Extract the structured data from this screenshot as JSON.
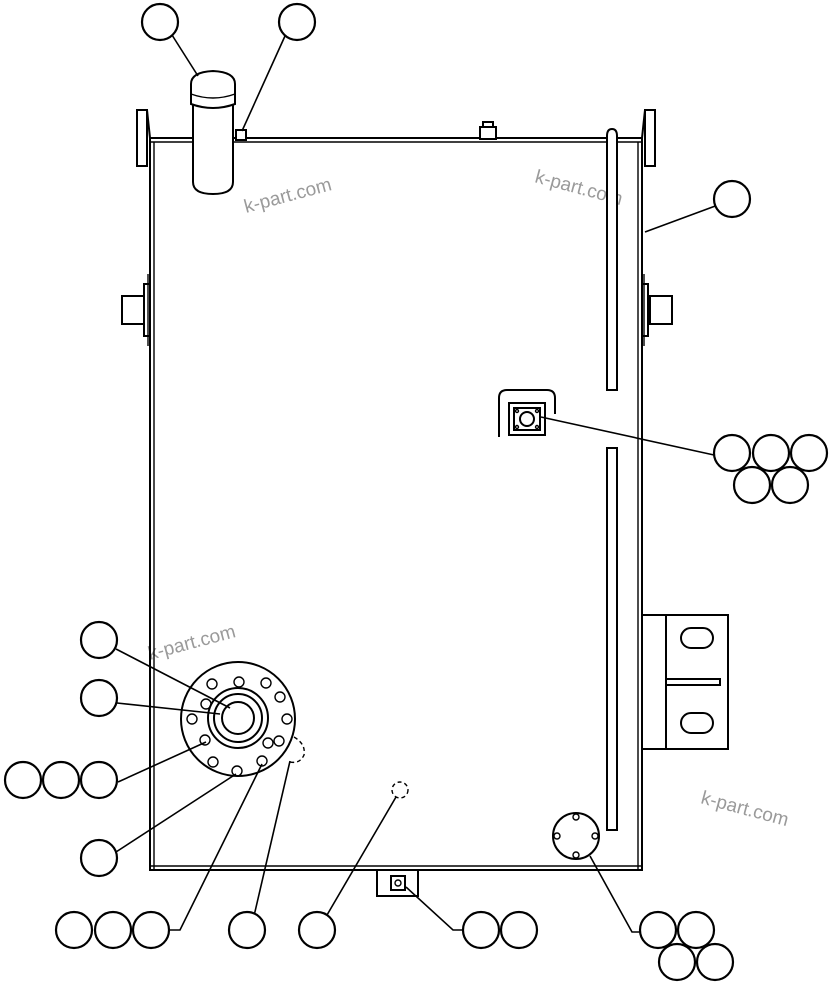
{
  "diagram": {
    "watermark_text": "k-part.com"
  },
  "callouts": [
    "callout-top-1",
    "callout-top-2",
    "callout-right-upper",
    "callout-drain-group-1",
    "callout-drain-group-2",
    "callout-drain-group-3",
    "callout-drain-group-4",
    "callout-drain-group-5",
    "callout-flange-1",
    "callout-flange-2",
    "callout-flange-group-1",
    "callout-flange-group-2",
    "callout-flange-group-3",
    "callout-flange-4",
    "callout-bottom-group-1",
    "callout-bottom-group-2",
    "callout-bottom-group-3",
    "callout-bottom-4",
    "callout-bottom-5",
    "callout-valve-group-1",
    "callout-valve-group-2",
    "callout-cover-group-1",
    "callout-cover-group-2",
    "callout-cover-group-3",
    "callout-cover-group-4"
  ]
}
